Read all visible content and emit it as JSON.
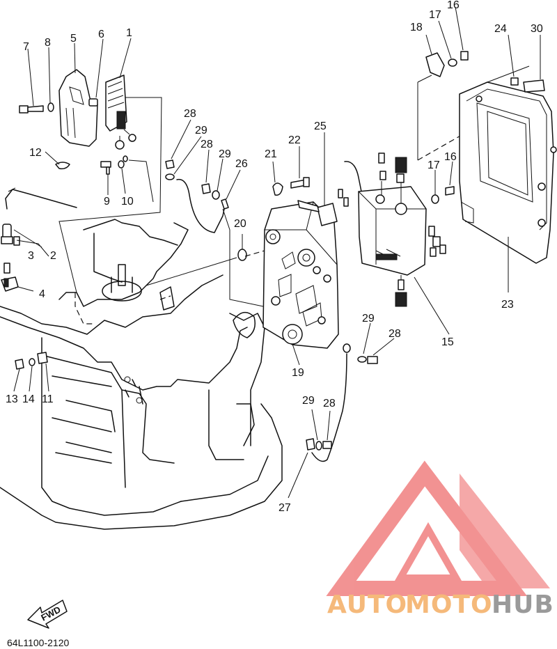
{
  "callouts": {
    "c1": "1",
    "c2": "2",
    "c3": "3",
    "c4": "4",
    "c5": "5",
    "c6": "6",
    "c7": "7",
    "c8": "8",
    "c9": "9",
    "c10": "10",
    "c11": "11",
    "c12": "12",
    "c13": "13",
    "c14": "14",
    "c15": "15",
    "c16a": "16",
    "c16b": "16",
    "c17a": "17",
    "c17b": "17",
    "c18": "18",
    "c19": "19",
    "c20": "20",
    "c21": "21",
    "c22": "22",
    "c23": "23",
    "c24": "24",
    "c25": "25",
    "c26": "26",
    "c27": "27",
    "c28a": "28",
    "c28b": "28",
    "c28c": "28",
    "c28d": "28",
    "c29a": "29",
    "c29b": "29",
    "c29c": "29",
    "c29d": "29",
    "c30": "30"
  },
  "fwd_label": "FWD",
  "diagram_code": "64L1100-2120",
  "watermark": {
    "part1": "AUTO",
    "part2": "MOTO",
    "part3": "HUB",
    "colors": {
      "primary": "#f5b97a",
      "secondary": "#9a9a9a",
      "logo": "#f08080"
    }
  }
}
